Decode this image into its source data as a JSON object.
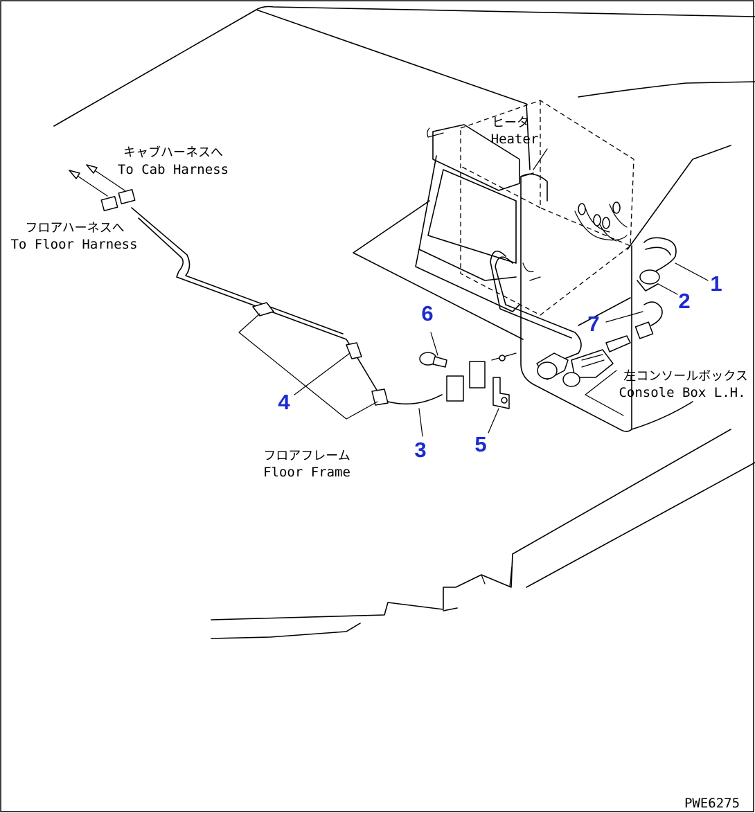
{
  "labels": {
    "heater_jp": "ヒータ",
    "heater_en": "Heater",
    "cab_jp": "キャブハーネスへ",
    "cab_en": "To Cab Harness",
    "floor_harness_jp": "フロアハーネスへ",
    "floor_harness_en": "To Floor Harness",
    "floor_frame_jp": "フロアフレーム",
    "floor_frame_en": "Floor Frame",
    "console_jp": "左コンソールボックス",
    "console_en": "Console Box L.H."
  },
  "parts": [
    "1",
    "2",
    "3",
    "4",
    "5",
    "6",
    "7"
  ],
  "drawing_code": "PWE6275",
  "colors": {
    "line": "#000000",
    "part_number": "#1a2bd0"
  }
}
